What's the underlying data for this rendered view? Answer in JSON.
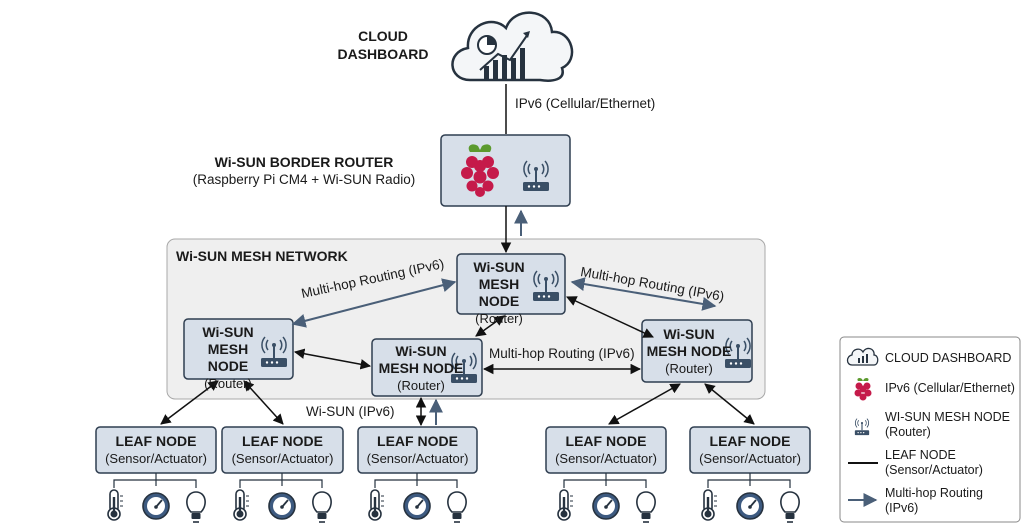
{
  "cloud": {
    "line1": "CLOUD",
    "line2": "DASHBOARD"
  },
  "uplink_label": "IPv6 (Cellular/Ethernet)",
  "border_router": {
    "title": "Wi-SUN BORDER ROUTER",
    "subtitle": "(Raspberry Pi CM4 + Wi-SUN Radio)"
  },
  "mesh": {
    "title": "Wi-SUN MESH NETWORK",
    "node_line1": "Wi-SUN",
    "node_line2": "MESH NODE",
    "node_line3": "(Router)",
    "routing_label": "Multi-hop Routing (IPv6)",
    "wisun_label": "Wi-SUN (IPv6)"
  },
  "leaf": {
    "line1": "LEAF NODE",
    "line2": "(Sensor/Actuator)"
  },
  "legend": {
    "items": [
      {
        "label": "CLOUD DASHBOARD"
      },
      {
        "label": "IPv6 (Cellular/Ethernet)"
      },
      {
        "label": "WI-SUN MESH NODE (Router)"
      },
      {
        "label": "LEAF NODE (Sensor/Actuator)"
      },
      {
        "label": "Multi-hop Routing (IPv6)"
      }
    ]
  },
  "colors": {
    "box_fill": "#d7dfe9",
    "box_border": "#2f3e50",
    "mesh_bg": "#efefef",
    "routing_arrow": "#4a5f78",
    "raspberry": "#c51a4a",
    "leaf_green": "#5c9a2e"
  },
  "icons": [
    "cloud-chart-icon",
    "raspberry-pi-icon",
    "wireless-router-icon",
    "thermometer-icon",
    "gauge-icon",
    "lightbulb-icon"
  ]
}
